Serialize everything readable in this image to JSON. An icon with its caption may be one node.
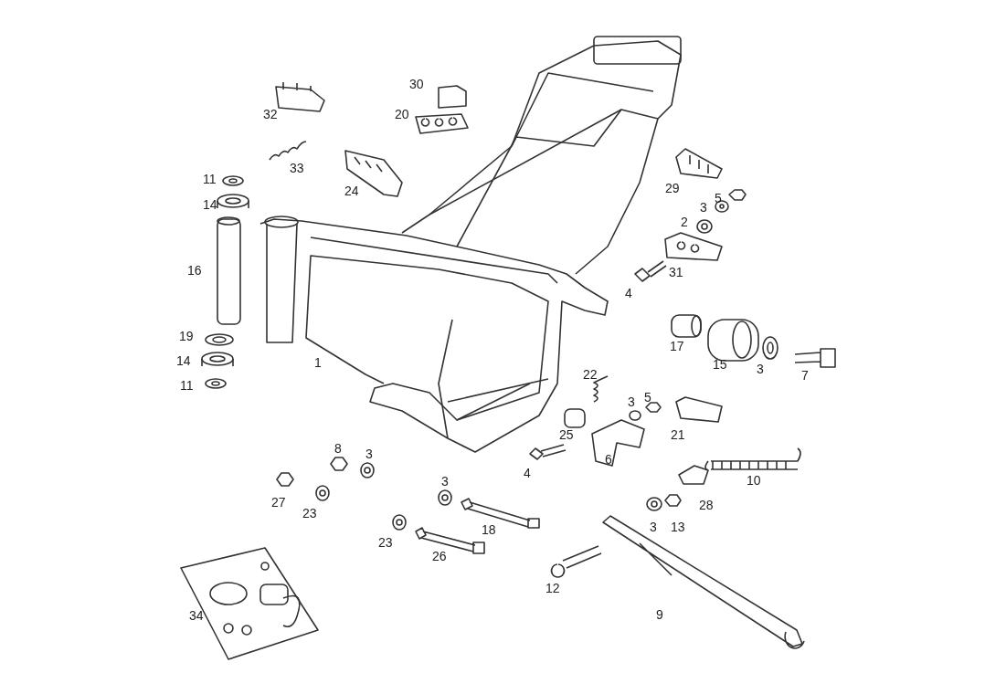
{
  "diagram": {
    "labels": [
      "30",
      "32",
      "20",
      "33",
      "29",
      "11",
      "24",
      "5",
      "3",
      "14",
      "2",
      "16",
      "31",
      "4",
      "17",
      "19",
      "14",
      "15",
      "3",
      "7",
      "1",
      "11",
      "22",
      "5",
      "3",
      "25",
      "21",
      "8",
      "3",
      "6",
      "4",
      "10",
      "3",
      "27",
      "28",
      "23",
      "3",
      "13",
      "18",
      "23",
      "26",
      "12",
      "34",
      "9"
    ]
  }
}
